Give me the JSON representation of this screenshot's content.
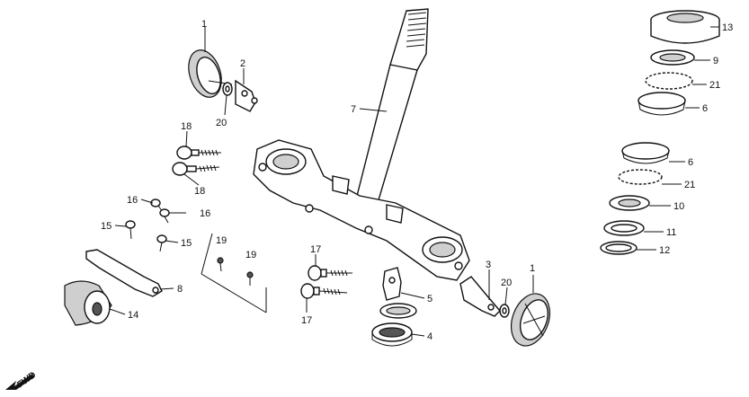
{
  "diagram": {
    "callouts": [
      "1",
      "2",
      "20",
      "18",
      "18",
      "16",
      "16",
      "15",
      "15",
      "19",
      "19",
      "8",
      "14",
      "7",
      "17",
      "17",
      "5",
      "4",
      "3",
      "20",
      "1",
      "13",
      "9",
      "21",
      "6",
      "6",
      "21",
      "10",
      "11",
      "12"
    ],
    "fwd_label": "FWD"
  }
}
